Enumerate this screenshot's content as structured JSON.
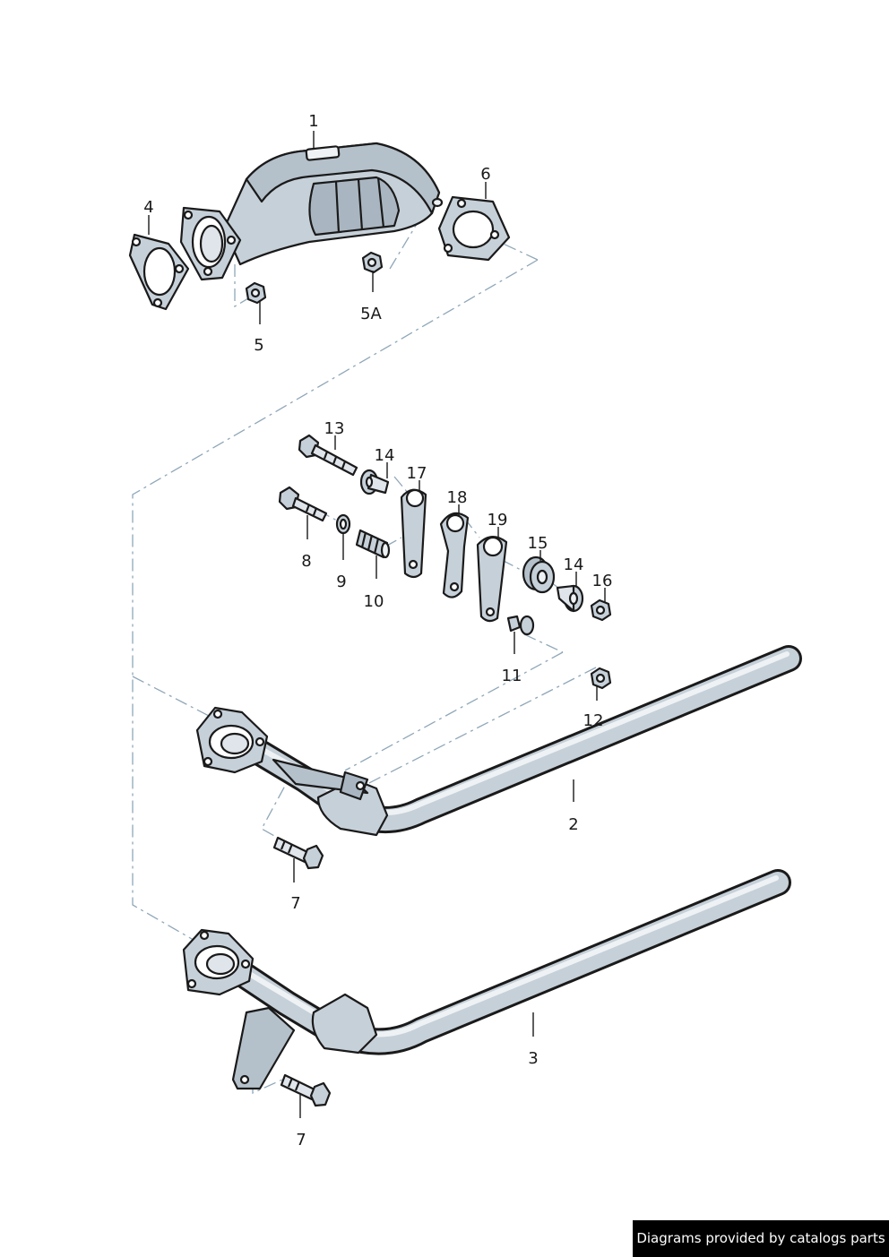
{
  "callouts": {
    "p1": "1",
    "p2": "2",
    "p3": "3",
    "p4": "4",
    "p5": "5",
    "p5a": "5A",
    "p6": "6",
    "p7a": "7",
    "p7b": "7",
    "p8": "8",
    "p9": "9",
    "p10": "10",
    "p11": "11",
    "p12": "12",
    "p13": "13",
    "p14a": "14",
    "p14b": "14",
    "p15": "15",
    "p16": "16",
    "p17": "17",
    "p18": "18",
    "p19": "19"
  },
  "footer": {
    "credit": "Diagrams provided by catalogs parts"
  },
  "colors": {
    "part_fill": "#c6d0d8",
    "part_highlight": "#eef2f5",
    "outline": "#1a1a1a",
    "leader_dash": "#8fa7b8"
  }
}
